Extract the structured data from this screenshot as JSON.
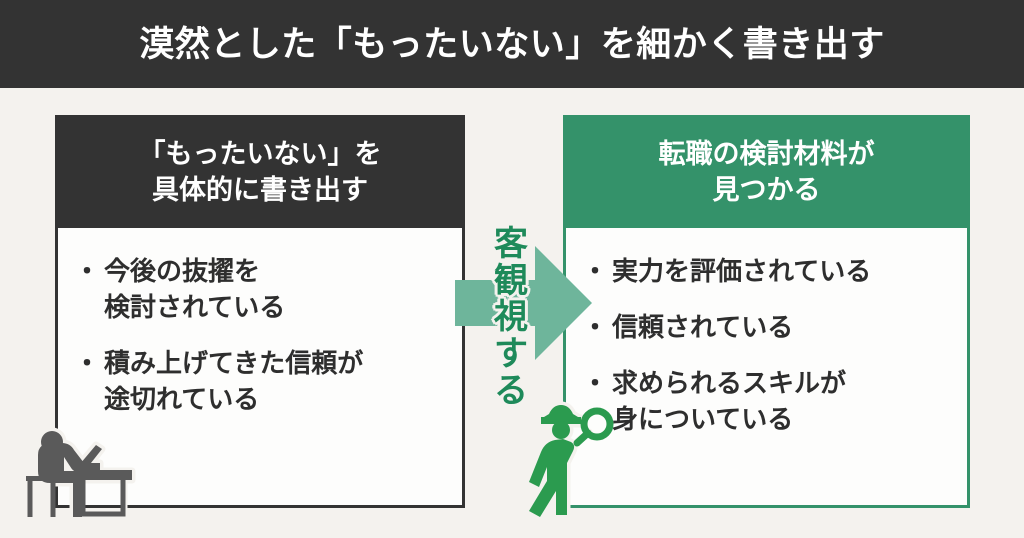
{
  "header": {
    "title": "漠然とした「もったいない」を細かく書き出す",
    "background_color": "#333333",
    "text_color": "#FFFFFF"
  },
  "canvas": {
    "background_color": "#F4F2EE"
  },
  "left_panel": {
    "header_line1": "「もったいない」を",
    "header_line2": "具体的に書き出す",
    "header_background": "#333333",
    "border_color": "#333333",
    "items": [
      {
        "line1": "今後の抜擢を",
        "line2": "検討されている"
      },
      {
        "line1": "積み上げてきた信頼が",
        "line2": "途切れている"
      }
    ],
    "figure_label": "person-at-desk-icon"
  },
  "connector": {
    "label_characters": [
      "客",
      "観",
      "視",
      "す",
      "る"
    ],
    "label_text": "客観視する",
    "arrow_color": "#6EB59B",
    "label_color": "#1E8A5A",
    "direction": "right"
  },
  "right_panel": {
    "header_line1": "転職の検討材料が",
    "header_line2": "見つかる",
    "header_background": "#34926A",
    "border_color": "#34926A",
    "items": [
      {
        "line1": "実力を評価されている",
        "line2": ""
      },
      {
        "line1": "信頼されている",
        "line2": ""
      },
      {
        "line1": "求められるスキルが",
        "line2": "身についている"
      }
    ],
    "figure_label": "detective-with-magnifier-icon"
  }
}
